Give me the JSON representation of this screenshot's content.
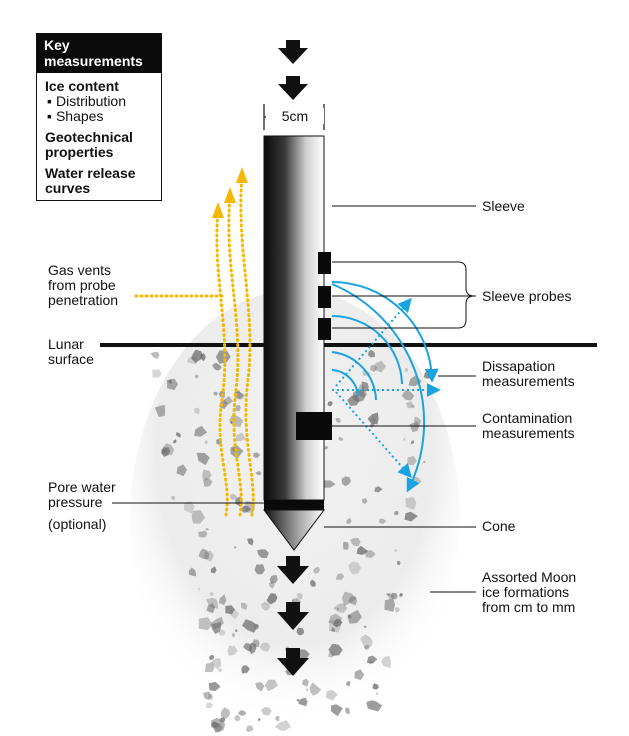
{
  "key_box": {
    "title": "Key measurements",
    "items": [
      {
        "label": "Ice content",
        "subitems": [
          "Distribution",
          "Shapes"
        ]
      },
      {
        "label": "Geotechnical properties",
        "subitems": []
      },
      {
        "label": "Water release curves",
        "subitems": []
      }
    ]
  },
  "probe_width_label": "5cm",
  "labels": {
    "gas_vents": "Gas vents\nfrom probe\npenetration",
    "lunar_surface": "Lunar\nsurface",
    "pore_water": "Pore water\npressure",
    "optional": "(optional)",
    "sleeve": "Sleeve",
    "sleeve_probes": "Sleeve probes",
    "dissipation": "Dissapation\nmeasurements",
    "contamination": "Contamination\nmeasurements",
    "cone": "Cone",
    "ice_formations": "Assorted Moon\nice formations\nfrom cm to mm"
  },
  "colors": {
    "gas_vents": "#f5b800",
    "dissipation_waves": "#1aa3e0",
    "probe_dark": "#111111",
    "regolith": "#6f6f6f"
  },
  "icons": {
    "direction_arrows": "down-arrow-icon"
  }
}
